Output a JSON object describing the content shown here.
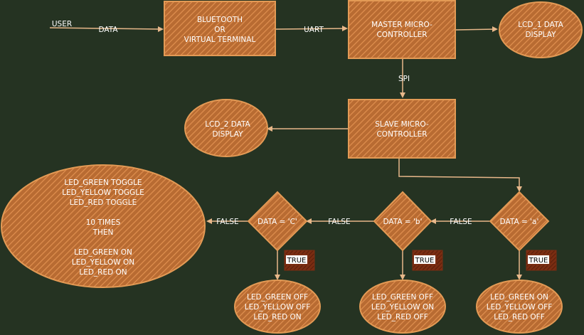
{
  "nodes": {
    "user_label": "USER",
    "bluetooth": [
      "BLUETOOTH",
      "OR",
      "VIRTUAL TERMINAL"
    ],
    "master": [
      "MASTER MICRO-",
      "CONTROLLER"
    ],
    "lcd1": [
      "LCD_1 DATA",
      "DISPLAY"
    ],
    "slave": [
      "SLAVE MICRO-",
      "CONTROLLER"
    ],
    "lcd2": [
      "LCD_2 DATA",
      "DISPLAY"
    ],
    "decision_a": "DATA = 'a'",
    "decision_b": "DATA = 'b'",
    "decision_c": "DATA = 'C'",
    "result_a": [
      "LED_GREEN ON",
      "LED_YELLOW OFF",
      "LED_RED OFF"
    ],
    "result_b": [
      "LED_GREEN OFF",
      "LED_YELLOW ON",
      "LED_RED OFF"
    ],
    "result_c": [
      "LED_GREEN OFF",
      "LED_YELLOW OFF",
      "LED_RED ON"
    ],
    "toggle": [
      "LED_GREEN TOGGLE",
      "LED_YELLOW TOGGLE",
      "LED_RED TOGGLE",
      "",
      "10 TIMES",
      "THEN",
      "",
      "LED_GREEN ON",
      "LED_YELLOW ON",
      "LED_RED ON"
    ]
  },
  "edges": {
    "data": "DATA",
    "uart": "UART",
    "spi": "SPI",
    "false_1": "FALSE",
    "false_2": "FALSE",
    "false_3": "FALSE",
    "true_a": "TRUE",
    "true_b": "TRUE",
    "true_c": "TRUE"
  },
  "colors": {
    "background": "#253322",
    "shape": "#c97a3c",
    "outline": "#e39a55",
    "connector": "#e8b88a"
  }
}
